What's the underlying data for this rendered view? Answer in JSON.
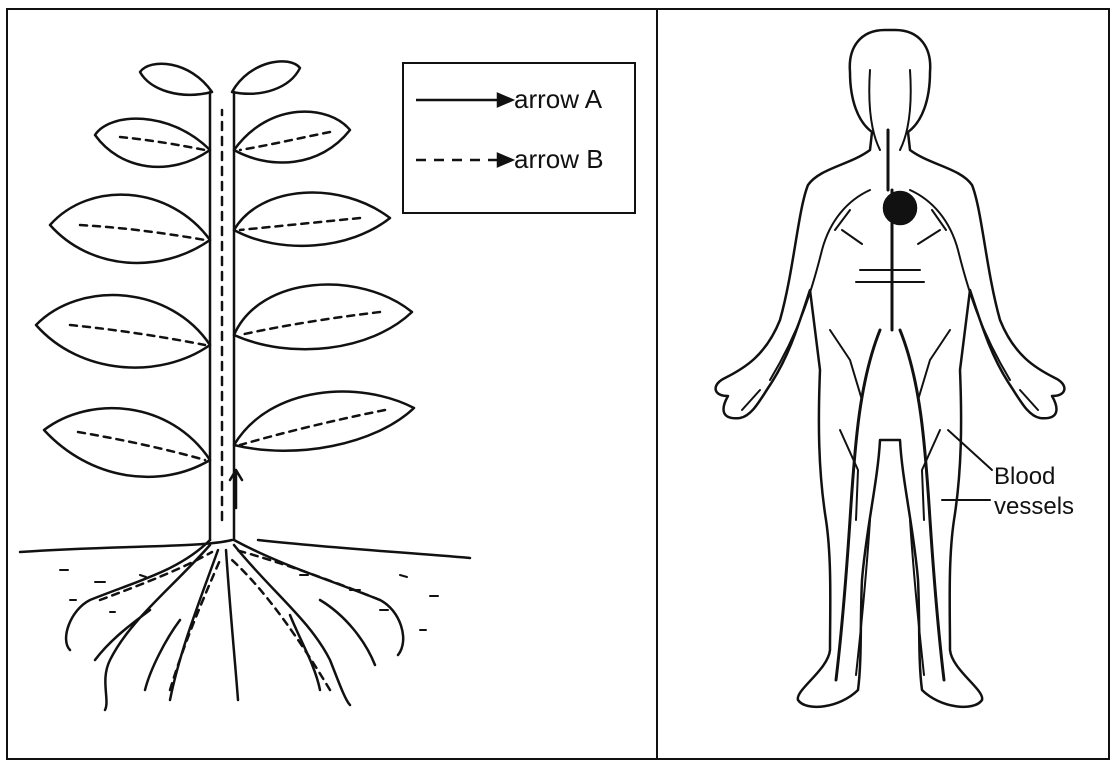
{
  "legend": {
    "arrow_a_label": "arrow A",
    "arrow_b_label": "arrow B"
  },
  "human": {
    "label_line1": "Blood",
    "label_line2": "vessels"
  },
  "colors": {
    "ink": "#111111",
    "background": "#ffffff"
  }
}
